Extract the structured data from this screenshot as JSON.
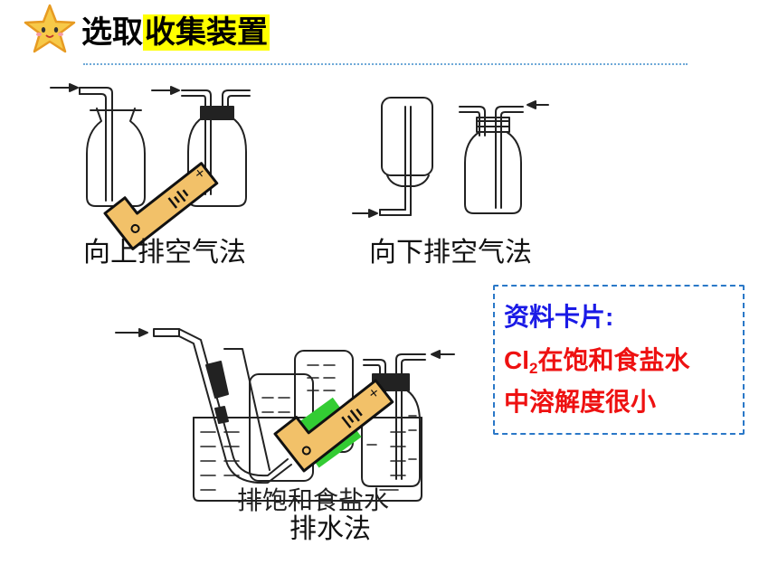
{
  "header": {
    "title_plain": "选取",
    "title_highlight": "收集装置",
    "icon": "star-mascot-icon",
    "highlight_color": "#ffff00"
  },
  "methods": {
    "upward_air": "向上排空气法",
    "downward_air": "向下排空气法",
    "saturated_brine": "排饱和食盐水",
    "water_displacement": "排水法"
  },
  "info_card": {
    "title": "资料卡片:",
    "formula_prefix": "Cl",
    "formula_sub": "2",
    "line1_rest": "在饱和食盐水",
    "line2": "中溶解度很小",
    "title_color": "#1a1ae6",
    "text_color": "#ee1111"
  },
  "marks": {
    "check_color": "#f2c169",
    "highlight_green": "#33cc33",
    "check_icon": "battery-check-icon"
  }
}
